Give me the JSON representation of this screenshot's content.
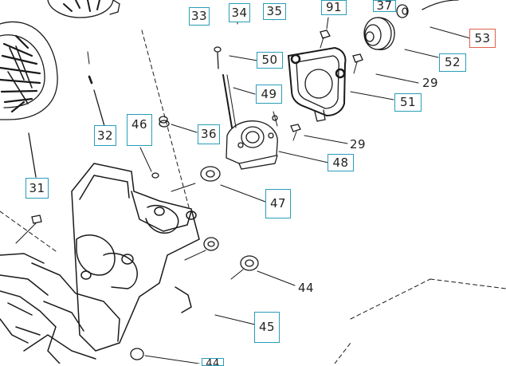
{
  "diagram": {
    "callouts": {
      "c33": "33",
      "c34": "34",
      "c35": "35",
      "c91": "91",
      "c37": "37",
      "c53": "53",
      "c50": "50",
      "c52": "52",
      "c49": "49",
      "c51": "51",
      "c46": "46",
      "c32": "32",
      "c36": "36",
      "c48": "48",
      "c31": "31",
      "c47": "47",
      "c45": "45",
      "c44b": "44"
    },
    "plain_labels": {
      "p29a": "29",
      "p29b": "29",
      "p44": "44"
    },
    "colors": {
      "callout_border": "#2a9db8",
      "selected_border": "#e0604a",
      "line": "#1a1a1a"
    }
  }
}
